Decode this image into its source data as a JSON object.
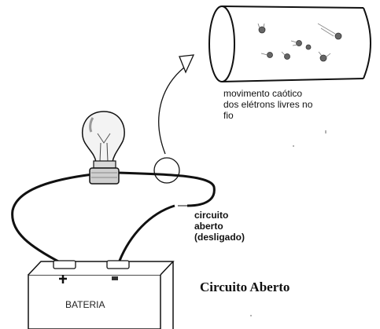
{
  "title": "Circuito Aberto",
  "zoom_caption": [
    "movimento caótico",
    "dos elétrons livres no",
    "fio"
  ],
  "switch_label": [
    "circuito",
    "aberto",
    "(desligado)"
  ],
  "battery": {
    "label": "BATERIA",
    "positive_symbol": "+",
    "negative_symbol": "-"
  },
  "colors": {
    "wire": "#111111",
    "battery_fill": "#ffffff",
    "electron": "#555555"
  }
}
